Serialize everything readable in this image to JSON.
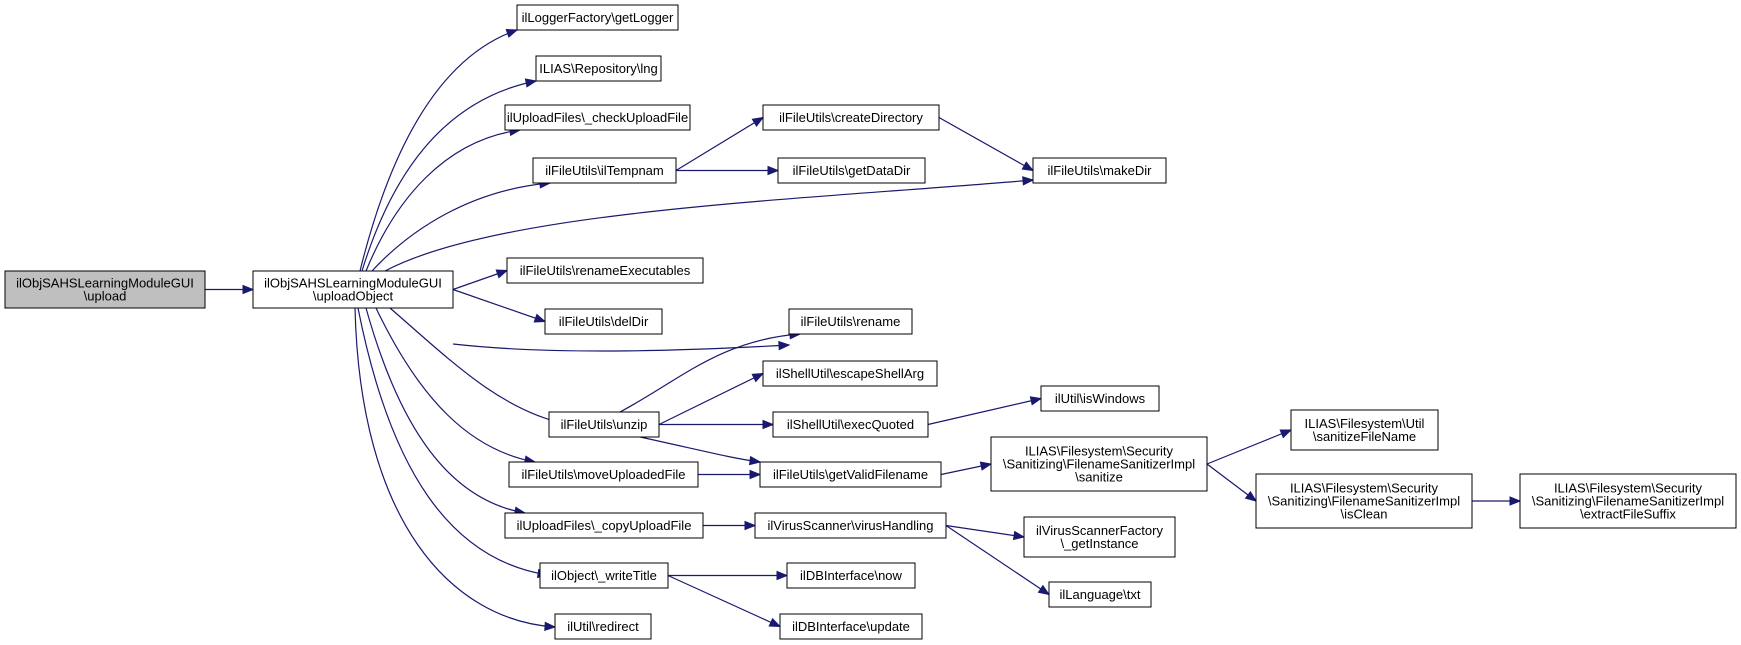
{
  "colors": {
    "edge": "#191970",
    "root_fill": "#bfbfbf",
    "node_fill": "#ffffff",
    "node_border": "#000000"
  },
  "nodes": [
    {
      "id": "n0",
      "lines": [
        "ilObjSAHSLearningModuleGUI",
        "\\upload"
      ]
    },
    {
      "id": "n1",
      "lines": [
        "ilObjSAHSLearningModuleGUI",
        "\\uploadObject"
      ]
    },
    {
      "id": "n2",
      "lines": [
        "ilLoggerFactory\\getLogger"
      ]
    },
    {
      "id": "n3",
      "lines": [
        "ILIAS\\Repository\\lng"
      ]
    },
    {
      "id": "n4",
      "lines": [
        "ilUploadFiles\\_checkUploadFile"
      ]
    },
    {
      "id": "n5",
      "lines": [
        "ilFileUtils\\ilTempnam"
      ]
    },
    {
      "id": "n6",
      "lines": [
        "ilFileUtils\\renameExecutables"
      ]
    },
    {
      "id": "n7",
      "lines": [
        "ilFileUtils\\delDir"
      ]
    },
    {
      "id": "n8",
      "lines": [
        "ilFileUtils\\unzip"
      ]
    },
    {
      "id": "n9",
      "lines": [
        "ilFileUtils\\moveUploadedFile"
      ]
    },
    {
      "id": "n10",
      "lines": [
        "ilUploadFiles\\_copyUploadFile"
      ]
    },
    {
      "id": "n11",
      "lines": [
        "ilObject\\_writeTitle"
      ]
    },
    {
      "id": "n12",
      "lines": [
        "ilUtil\\redirect"
      ]
    },
    {
      "id": "n13",
      "lines": [
        "ilFileUtils\\createDirectory"
      ]
    },
    {
      "id": "n14",
      "lines": [
        "ilFileUtils\\getDataDir"
      ]
    },
    {
      "id": "n15",
      "lines": [
        "ilFileUtils\\rename"
      ]
    },
    {
      "id": "n16",
      "lines": [
        "ilShellUtil\\escapeShellArg"
      ]
    },
    {
      "id": "n17",
      "lines": [
        "ilShellUtil\\execQuoted"
      ]
    },
    {
      "id": "n18",
      "lines": [
        "ilFileUtils\\getValidFilename"
      ]
    },
    {
      "id": "n19",
      "lines": [
        "ilVirusScanner\\virusHandling"
      ]
    },
    {
      "id": "n20",
      "lines": [
        "ilDBInterface\\now"
      ]
    },
    {
      "id": "n21",
      "lines": [
        "ilDBInterface\\update"
      ]
    },
    {
      "id": "n22",
      "lines": [
        "ilFileUtils\\makeDir"
      ]
    },
    {
      "id": "n23",
      "lines": [
        "ilUtil\\isWindows"
      ]
    },
    {
      "id": "n24",
      "lines": [
        "ILIAS\\Filesystem\\Security",
        "\\Sanitizing\\FilenameSanitizerImpl",
        "\\sanitize"
      ]
    },
    {
      "id": "n25",
      "lines": [
        "ilVirusScannerFactory",
        "\\_getInstance"
      ]
    },
    {
      "id": "n26",
      "lines": [
        "ilLanguage\\txt"
      ]
    },
    {
      "id": "n27",
      "lines": [
        "ILIAS\\Filesystem\\Util",
        "\\sanitizeFileName"
      ]
    },
    {
      "id": "n28",
      "lines": [
        "ILIAS\\Filesystem\\Security",
        "\\Sanitizing\\FilenameSanitizerImpl",
        "\\isClean"
      ]
    },
    {
      "id": "n29",
      "lines": [
        "ILIAS\\Filesystem\\Security",
        "\\Sanitizing\\FilenameSanitizerImpl",
        "\\extractFileSuffix"
      ]
    }
  ],
  "edges": [
    [
      "n0",
      "n1"
    ],
    [
      "n1",
      "n2"
    ],
    [
      "n1",
      "n3"
    ],
    [
      "n1",
      "n4"
    ],
    [
      "n1",
      "n5"
    ],
    [
      "n1",
      "n22"
    ],
    [
      "n1",
      "n6"
    ],
    [
      "n1",
      "n7"
    ],
    [
      "n1",
      "n15"
    ],
    [
      "n1",
      "n8"
    ],
    [
      "n1",
      "n9"
    ],
    [
      "n1",
      "n10"
    ],
    [
      "n1",
      "n11"
    ],
    [
      "n1",
      "n12"
    ],
    [
      "n5",
      "n13"
    ],
    [
      "n5",
      "n14"
    ],
    [
      "n13",
      "n22"
    ],
    [
      "n8",
      "n15"
    ],
    [
      "n8",
      "n16"
    ],
    [
      "n8",
      "n17"
    ],
    [
      "n8",
      "n18"
    ],
    [
      "n9",
      "n18"
    ],
    [
      "n17",
      "n23"
    ],
    [
      "n18",
      "n24"
    ],
    [
      "n24",
      "n27"
    ],
    [
      "n24",
      "n28"
    ],
    [
      "n28",
      "n29"
    ],
    [
      "n10",
      "n19"
    ],
    [
      "n19",
      "n25"
    ],
    [
      "n19",
      "n26"
    ],
    [
      "n11",
      "n20"
    ],
    [
      "n11",
      "n21"
    ]
  ]
}
